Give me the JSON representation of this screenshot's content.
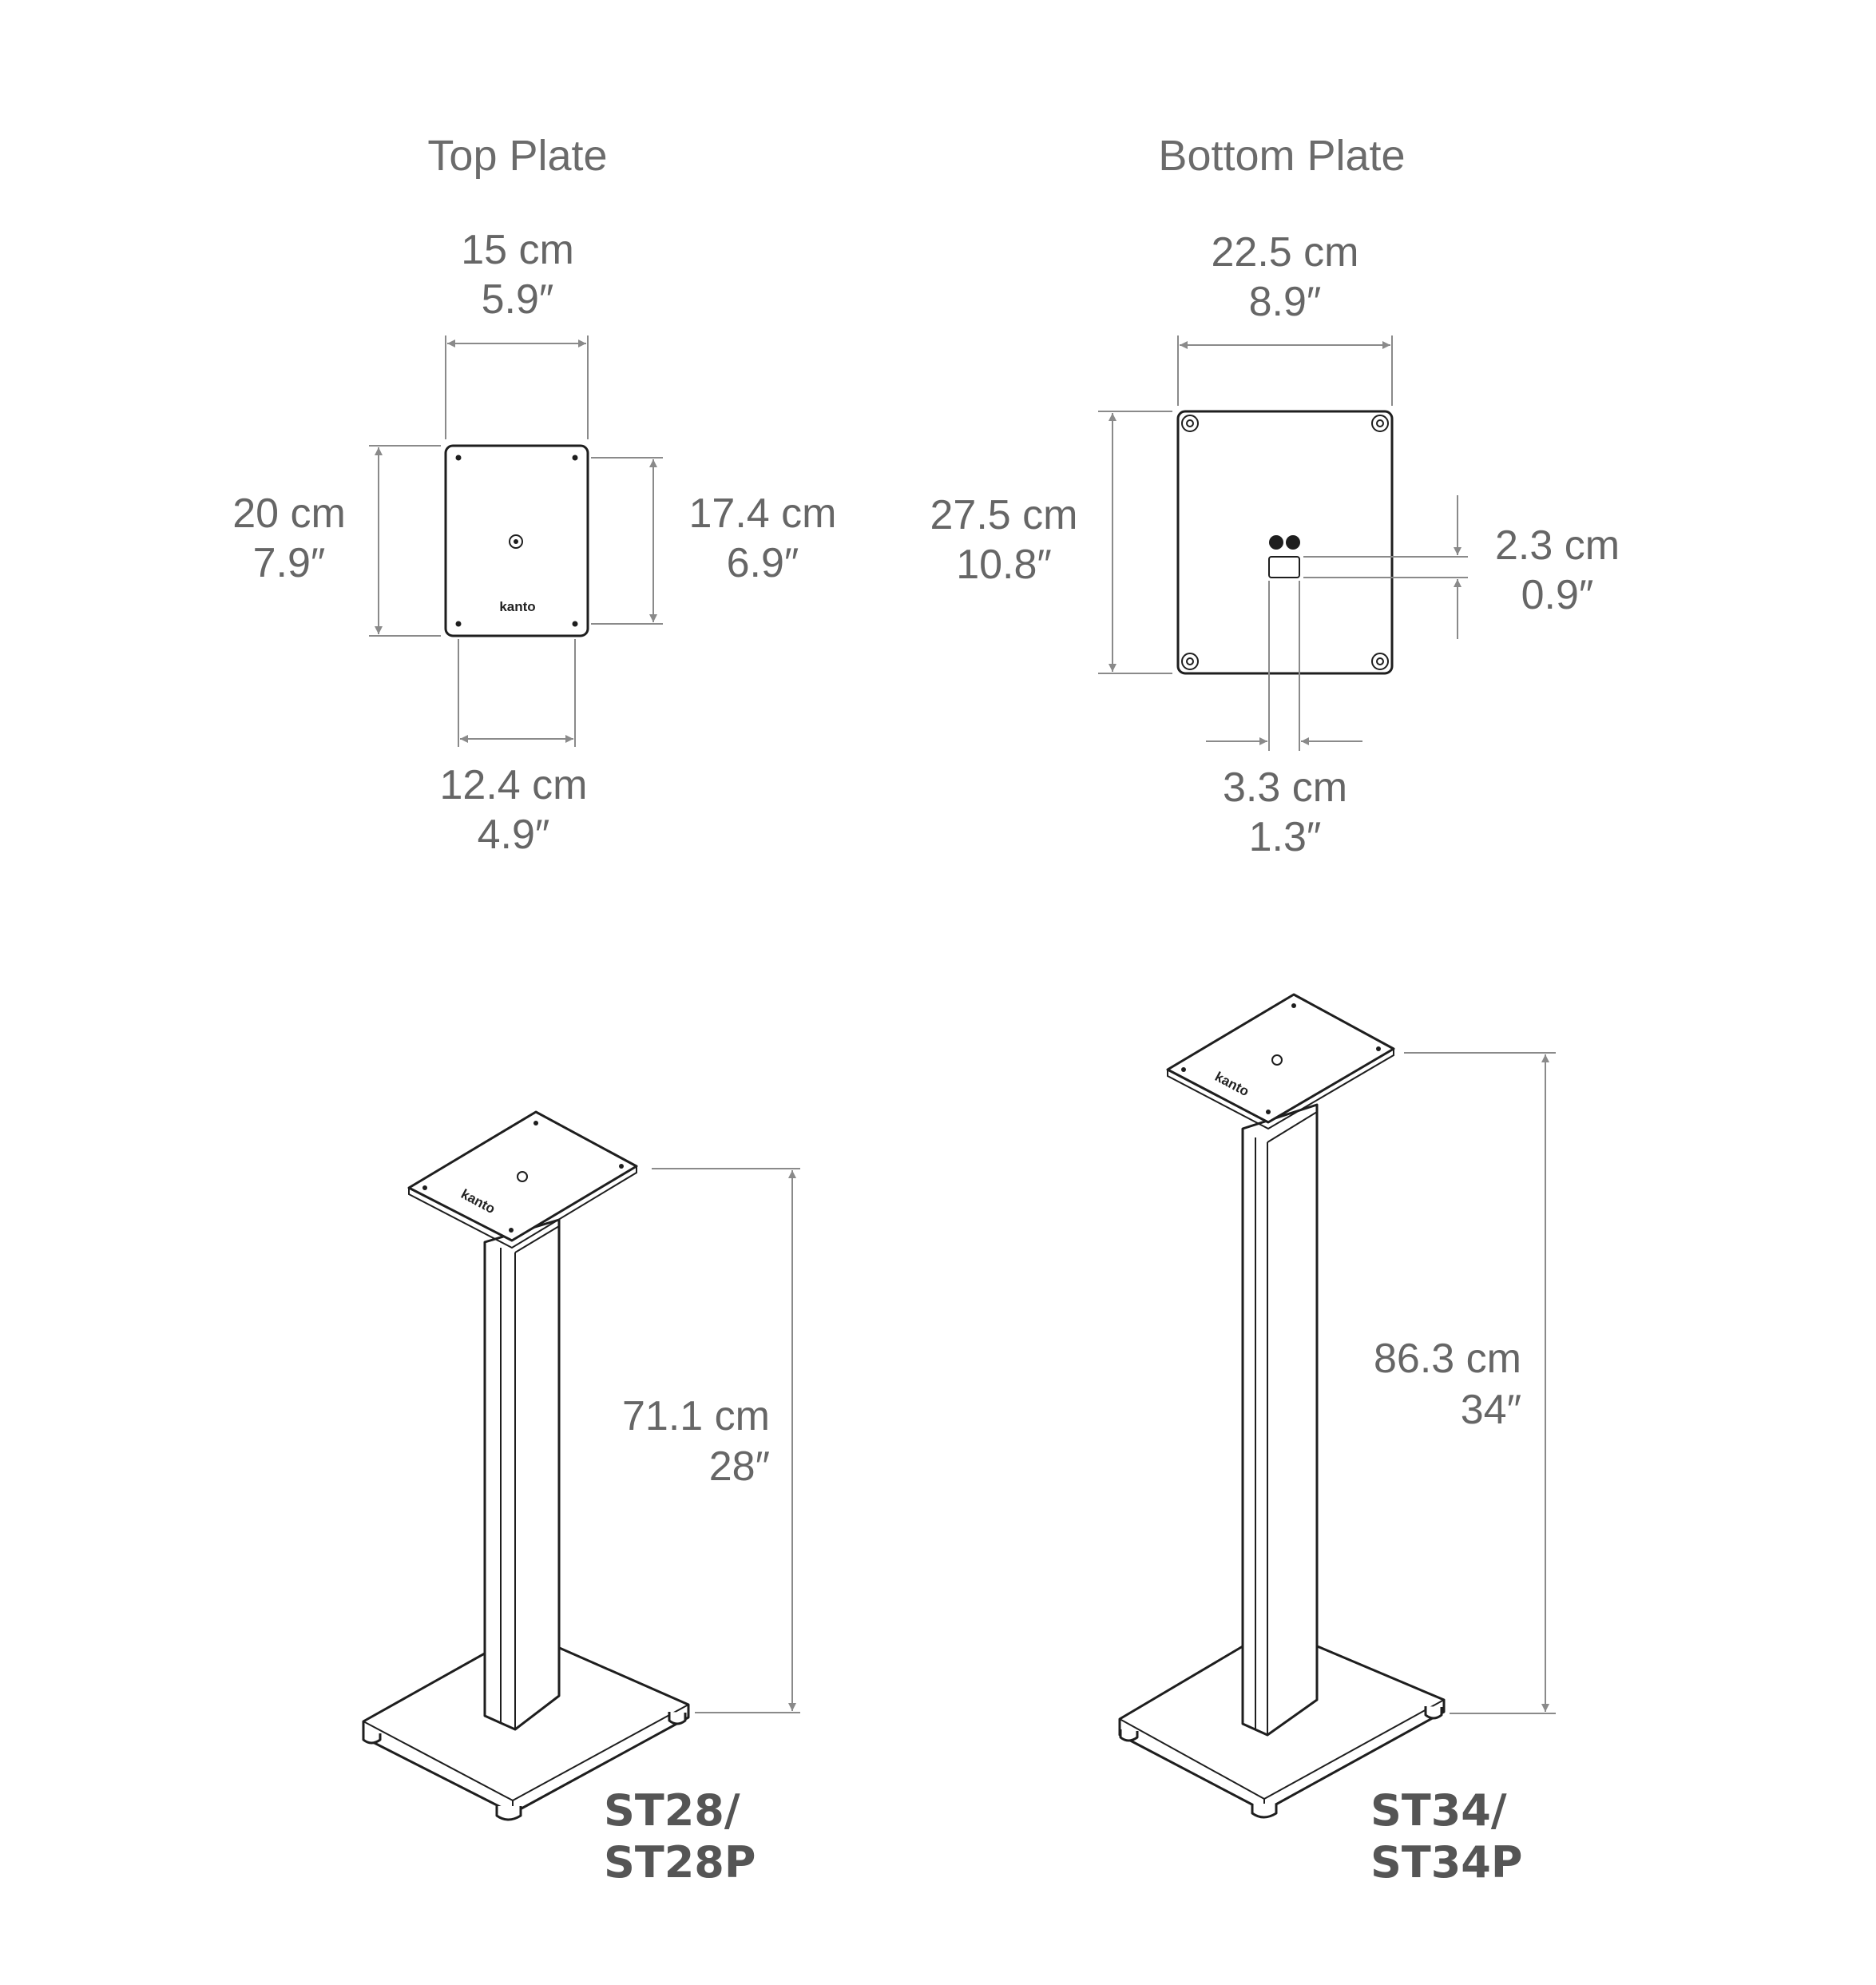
{
  "top_plate": {
    "title": "Top Plate",
    "width_cm": "15 cm",
    "width_in": "5.9″",
    "depth_cm": "20 cm",
    "depth_in": "7.9″",
    "hole_depth_cm": "17.4 cm",
    "hole_depth_in": "6.9″",
    "hole_width_cm": "12.4 cm",
    "hole_width_in": "4.9″",
    "logo": "kanto"
  },
  "bottom_plate": {
    "title": "Bottom Plate",
    "width_cm": "22.5 cm",
    "width_in": "8.9″",
    "depth_cm": "27.5 cm",
    "depth_in": "10.8″",
    "slot_height_cm": "2.3 cm",
    "slot_height_in": "0.9″",
    "slot_width_cm": "3.3 cm",
    "slot_width_in": "1.3″"
  },
  "stands": [
    {
      "model_line1": "ST28/",
      "model_line2": "ST28P",
      "height_cm": "71.1 cm",
      "height_in": "28″",
      "logo": "kanto"
    },
    {
      "model_line1": "ST34/",
      "model_line2": "ST34P",
      "height_cm": "86.3 cm",
      "height_in": "34″",
      "logo": "kanto"
    }
  ],
  "colors": {
    "outline": "#1e1e1e",
    "dimension": "#8a8a8a",
    "text": "#666666"
  }
}
